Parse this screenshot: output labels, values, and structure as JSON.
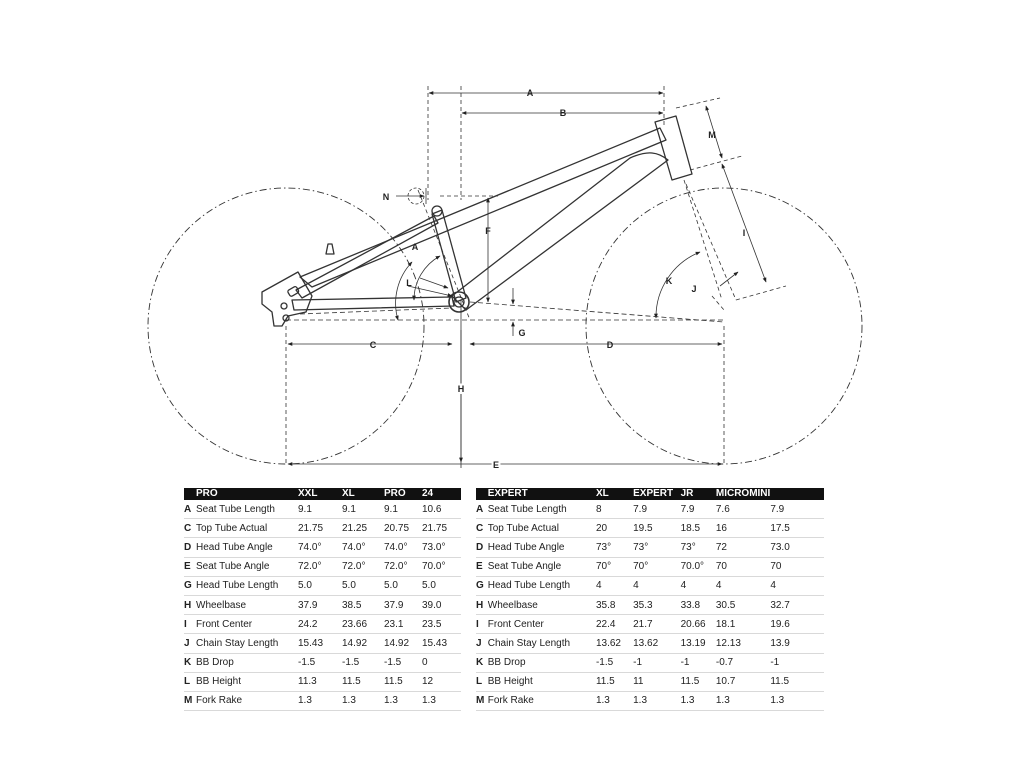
{
  "dimension_labels": {
    "a_top": "A",
    "b_top": "B",
    "m": "M",
    "n": "N",
    "a_seat": "A",
    "f": "F",
    "i": "I",
    "k": "K",
    "j": "J",
    "l": "L",
    "g": "G",
    "c": "C",
    "d": "D",
    "h": "H",
    "e": "E"
  },
  "tables": [
    {
      "headers": [
        "PRO",
        "XXL",
        "XL",
        "PRO",
        "24"
      ],
      "rows": [
        {
          "code": "A",
          "label": "Seat Tube Length",
          "values": [
            "9.1",
            "9.1",
            "9.1",
            "10.6"
          ]
        },
        {
          "code": "C",
          "label": "Top Tube Actual",
          "values": [
            "21.75",
            "21.25",
            "20.75",
            "21.75"
          ]
        },
        {
          "code": "D",
          "label": "Head Tube Angle",
          "values": [
            "74.0°",
            "74.0°",
            "74.0°",
            "73.0°"
          ]
        },
        {
          "code": "E",
          "label": "Seat Tube Angle",
          "values": [
            "72.0°",
            "72.0°",
            "72.0°",
            "70.0°"
          ]
        },
        {
          "code": "G",
          "label": "Head Tube Length",
          "values": [
            "5.0",
            "5.0",
            "5.0",
            "5.0"
          ]
        },
        {
          "code": "H",
          "label": "Wheelbase",
          "values": [
            "37.9",
            "38.5",
            "37.9",
            "39.0"
          ]
        },
        {
          "code": "I",
          "label": "Front Center",
          "values": [
            "24.2",
            "23.66",
            "23.1",
            "23.5"
          ]
        },
        {
          "code": "J",
          "label": "Chain Stay Length",
          "values": [
            "15.43",
            "14.92",
            "14.92",
            "15.43"
          ]
        },
        {
          "code": "K",
          "label": "BB Drop",
          "values": [
            "-1.5",
            "-1.5",
            "-1.5",
            "0"
          ]
        },
        {
          "code": "L",
          "label": "BB Height",
          "values": [
            "11.3",
            "11.5",
            "11.5",
            "12"
          ]
        },
        {
          "code": "M",
          "label": "Fork Rake",
          "values": [
            "1.3",
            "1.3",
            "1.3",
            "1.3"
          ]
        }
      ]
    },
    {
      "headers": [
        "EXPERT",
        "XL",
        "EXPERT",
        "JR",
        "MICROMINI",
        ""
      ],
      "rows": [
        {
          "code": "A",
          "label": "Seat Tube Length",
          "values": [
            "8",
            "7.9",
            "7.9",
            "7.6",
            "7.9"
          ]
        },
        {
          "code": "C",
          "label": "Top Tube Actual",
          "values": [
            "20",
            "19.5",
            "18.5",
            "16",
            "17.5"
          ]
        },
        {
          "code": "D",
          "label": "Head Tube Angle",
          "values": [
            "73°",
            "73°",
            "73°",
            "72",
            "73.0"
          ]
        },
        {
          "code": "E",
          "label": "Seat Tube Angle",
          "values": [
            "70°",
            "70°",
            "70.0°",
            "70",
            "70"
          ]
        },
        {
          "code": "G",
          "label": "Head Tube Length",
          "values": [
            "4",
            "4",
            "4",
            "4",
            "4"
          ]
        },
        {
          "code": "H",
          "label": "Wheelbase",
          "values": [
            "35.8",
            "35.3",
            "33.8",
            "30.5",
            "32.7"
          ]
        },
        {
          "code": "I",
          "label": "Front Center",
          "values": [
            "22.4",
            "21.7",
            "20.66",
            "18.1",
            "19.6"
          ]
        },
        {
          "code": "J",
          "label": "Chain Stay Length",
          "values": [
            "13.62",
            "13.62",
            "13.19",
            "12.13",
            "13.9"
          ]
        },
        {
          "code": "K",
          "label": "BB Drop",
          "values": [
            "-1.5",
            "-1",
            "-1",
            "-0.7",
            "-1"
          ]
        },
        {
          "code": "L",
          "label": "BB Height",
          "values": [
            "11.5",
            "11",
            "11.5",
            "10.7",
            "11.5"
          ]
        },
        {
          "code": "M",
          "label": "Fork Rake",
          "values": [
            "1.3",
            "1.3",
            "1.3",
            "1.3",
            "1.3"
          ]
        }
      ]
    }
  ]
}
